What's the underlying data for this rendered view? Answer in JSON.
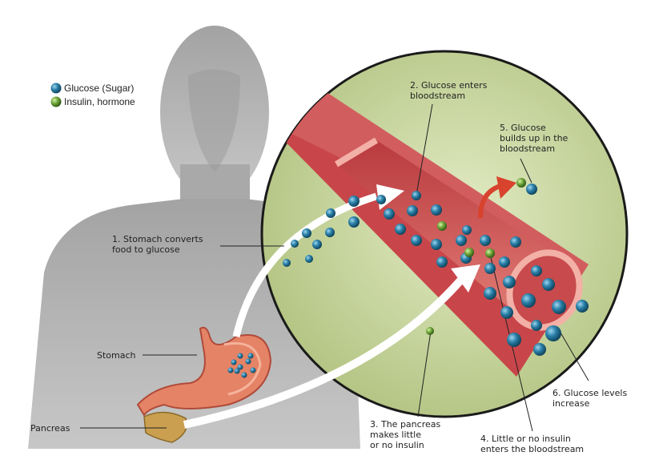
{
  "legend": {
    "glucose": "Glucose (Sugar)",
    "insulin": "Insulin, hormone"
  },
  "labels": {
    "step1": "1. Stomach converts\nfood to glucose",
    "step2": "2. Glucose enters\nbloodstream",
    "step3": "3. The pancreas\nmakes little\nor no insulin",
    "step4": "4. Little or no insulin\nenters the bloodstream",
    "step5": "5. Glucose\nbuilds up in the\nbloodstream",
    "step6": "6. Glucose levels\nincrease",
    "stomach": "Stomach",
    "pancreas": "Pancreas"
  },
  "colors": {
    "glucose": "#2a7fa8",
    "insulin": "#6fa83a",
    "silhouette": "#b9b9b9",
    "zoom_background": "#c9d6a0",
    "vessel": "#c8464a",
    "arrow_red": "#d8432e"
  }
}
